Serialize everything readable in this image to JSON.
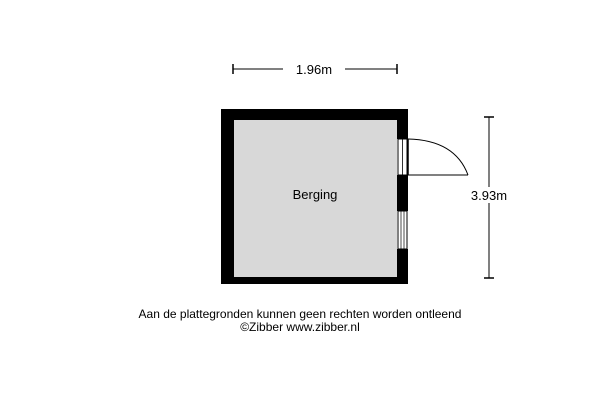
{
  "floorplan": {
    "room": {
      "name": "Berging"
    },
    "width_dimension": "1.96m",
    "height_dimension": "3.93m"
  },
  "footer": {
    "disclaimer": "Aan de plattegronden kunnen geen rechten worden ontleend",
    "copyright": "©Zibber www.zibber.nl"
  },
  "colors": {
    "wall": "#000000",
    "floor": "#d8d8d8",
    "background": "#ffffff"
  }
}
